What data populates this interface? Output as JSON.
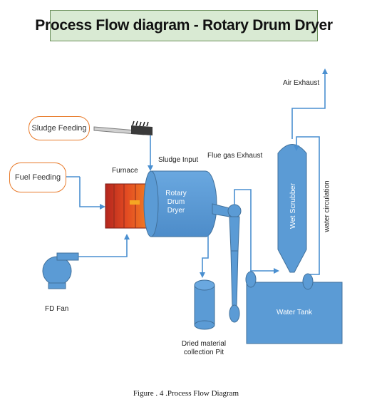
{
  "title": "Process Flow diagram - Rotary Drum Dryer",
  "caption": "Figure . 4 .Process Flow Diagram",
  "labels": {
    "sludge_feeding": "Sludge Feeding",
    "fuel_feeding": "Fuel Feeding",
    "furnace": "Furnace",
    "sludge_input": "Sludge Input",
    "flue_gas_exhaust": "Flue gas Exhaust",
    "air_exhaust": "Air Exhaust",
    "rotary_drum_dryer_line1": "Rotary",
    "rotary_drum_dryer_line2": "Drum",
    "rotary_drum_dryer_line3": "Dryer",
    "wet_scrubber": "Wet Scrubber",
    "water_circulation": "water circulation",
    "water_tank": "Water Tank",
    "fd_fan": "FD Fan",
    "dried_material_line1": "Dried material",
    "dried_material_line2": "collection Pit"
  },
  "colors": {
    "equipment_blue": "#5b9bd5",
    "equipment_outline": "#41719c",
    "pipe_blue": "#4a8fd0",
    "furnace_red": "#d9381e",
    "furnace_orange": "#f08a24",
    "pill_border": "#e87a2a",
    "title_bg": "#d9ead3"
  }
}
